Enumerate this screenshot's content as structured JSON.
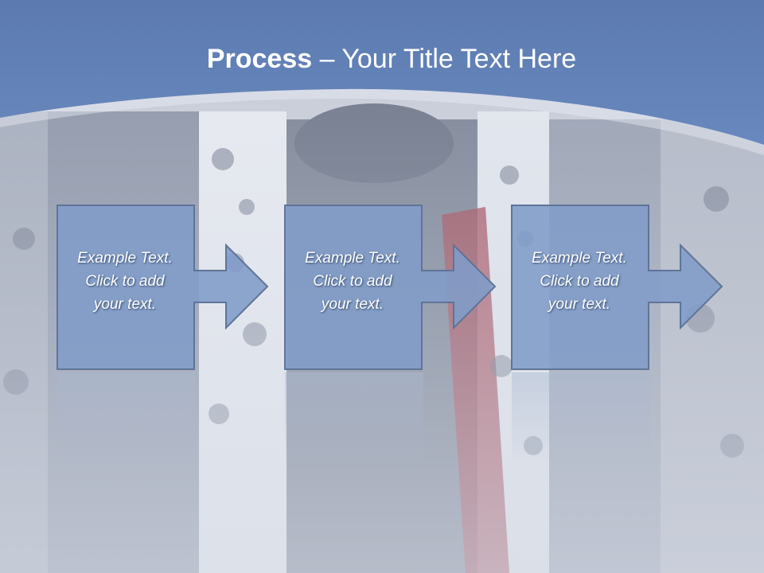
{
  "title": {
    "bold": "Process",
    "separator": " – ",
    "rest": "Your Title Text Here"
  },
  "steps": [
    {
      "lines": [
        "Example Text.",
        "Click  to add",
        "your text."
      ]
    },
    {
      "lines": [
        "Example Text.",
        "Click  to add",
        "your text."
      ]
    },
    {
      "lines": [
        "Example Text.",
        "Click  to add",
        "your text."
      ]
    }
  ],
  "colors": {
    "header_blue": "#5a7fb4",
    "box_fill": "#7f9cc8",
    "box_border": "#5f7497",
    "text": "#ffffff"
  }
}
